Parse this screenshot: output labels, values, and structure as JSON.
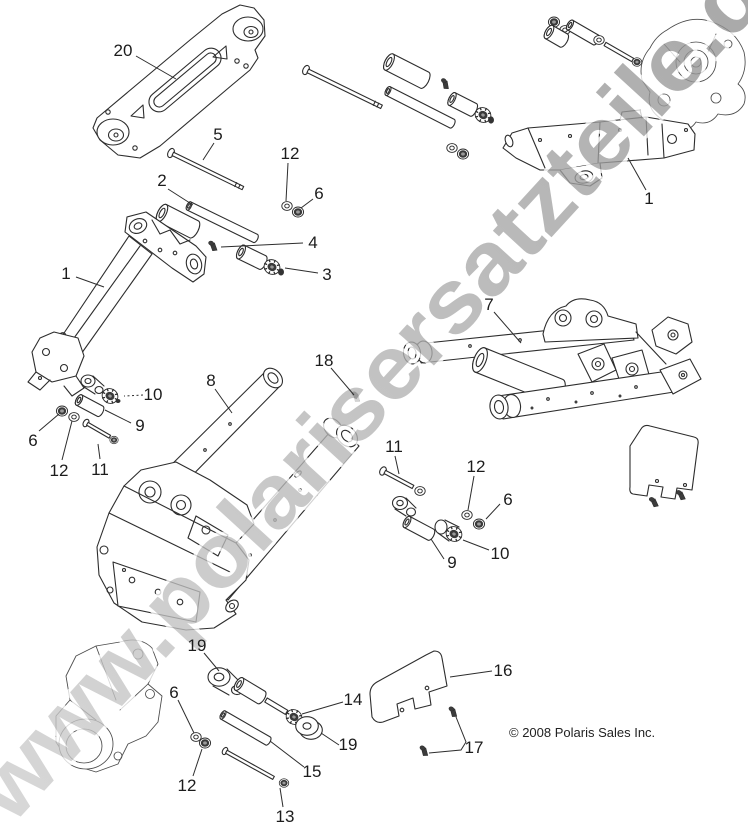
{
  "watermark": {
    "text": "www.polarisersatzteile.de",
    "color_start": "#cdcdcd",
    "color_mid": "#b2b2b2",
    "color_end": "#8d8d8d"
  },
  "footer": {
    "copyright": "© 2008 Polaris Sales Inc."
  },
  "callouts": [
    {
      "label": "20"
    },
    {
      "label": "5"
    },
    {
      "label": "2"
    },
    {
      "label": "12"
    },
    {
      "label": "6"
    },
    {
      "label": "4"
    },
    {
      "label": "3"
    },
    {
      "label": "1"
    },
    {
      "label": "1"
    },
    {
      "label": "7"
    },
    {
      "label": "18"
    },
    {
      "label": "8"
    },
    {
      "label": "10"
    },
    {
      "label": "9"
    },
    {
      "label": "6"
    },
    {
      "label": "12"
    },
    {
      "label": "11"
    },
    {
      "label": "11"
    },
    {
      "label": "12"
    },
    {
      "label": "6"
    },
    {
      "label": "10"
    },
    {
      "label": "9"
    },
    {
      "label": "19"
    },
    {
      "label": "14"
    },
    {
      "label": "19"
    },
    {
      "label": "15"
    },
    {
      "label": "13"
    },
    {
      "label": "6"
    },
    {
      "label": "12"
    },
    {
      "label": "16"
    },
    {
      "label": "17"
    }
  ]
}
